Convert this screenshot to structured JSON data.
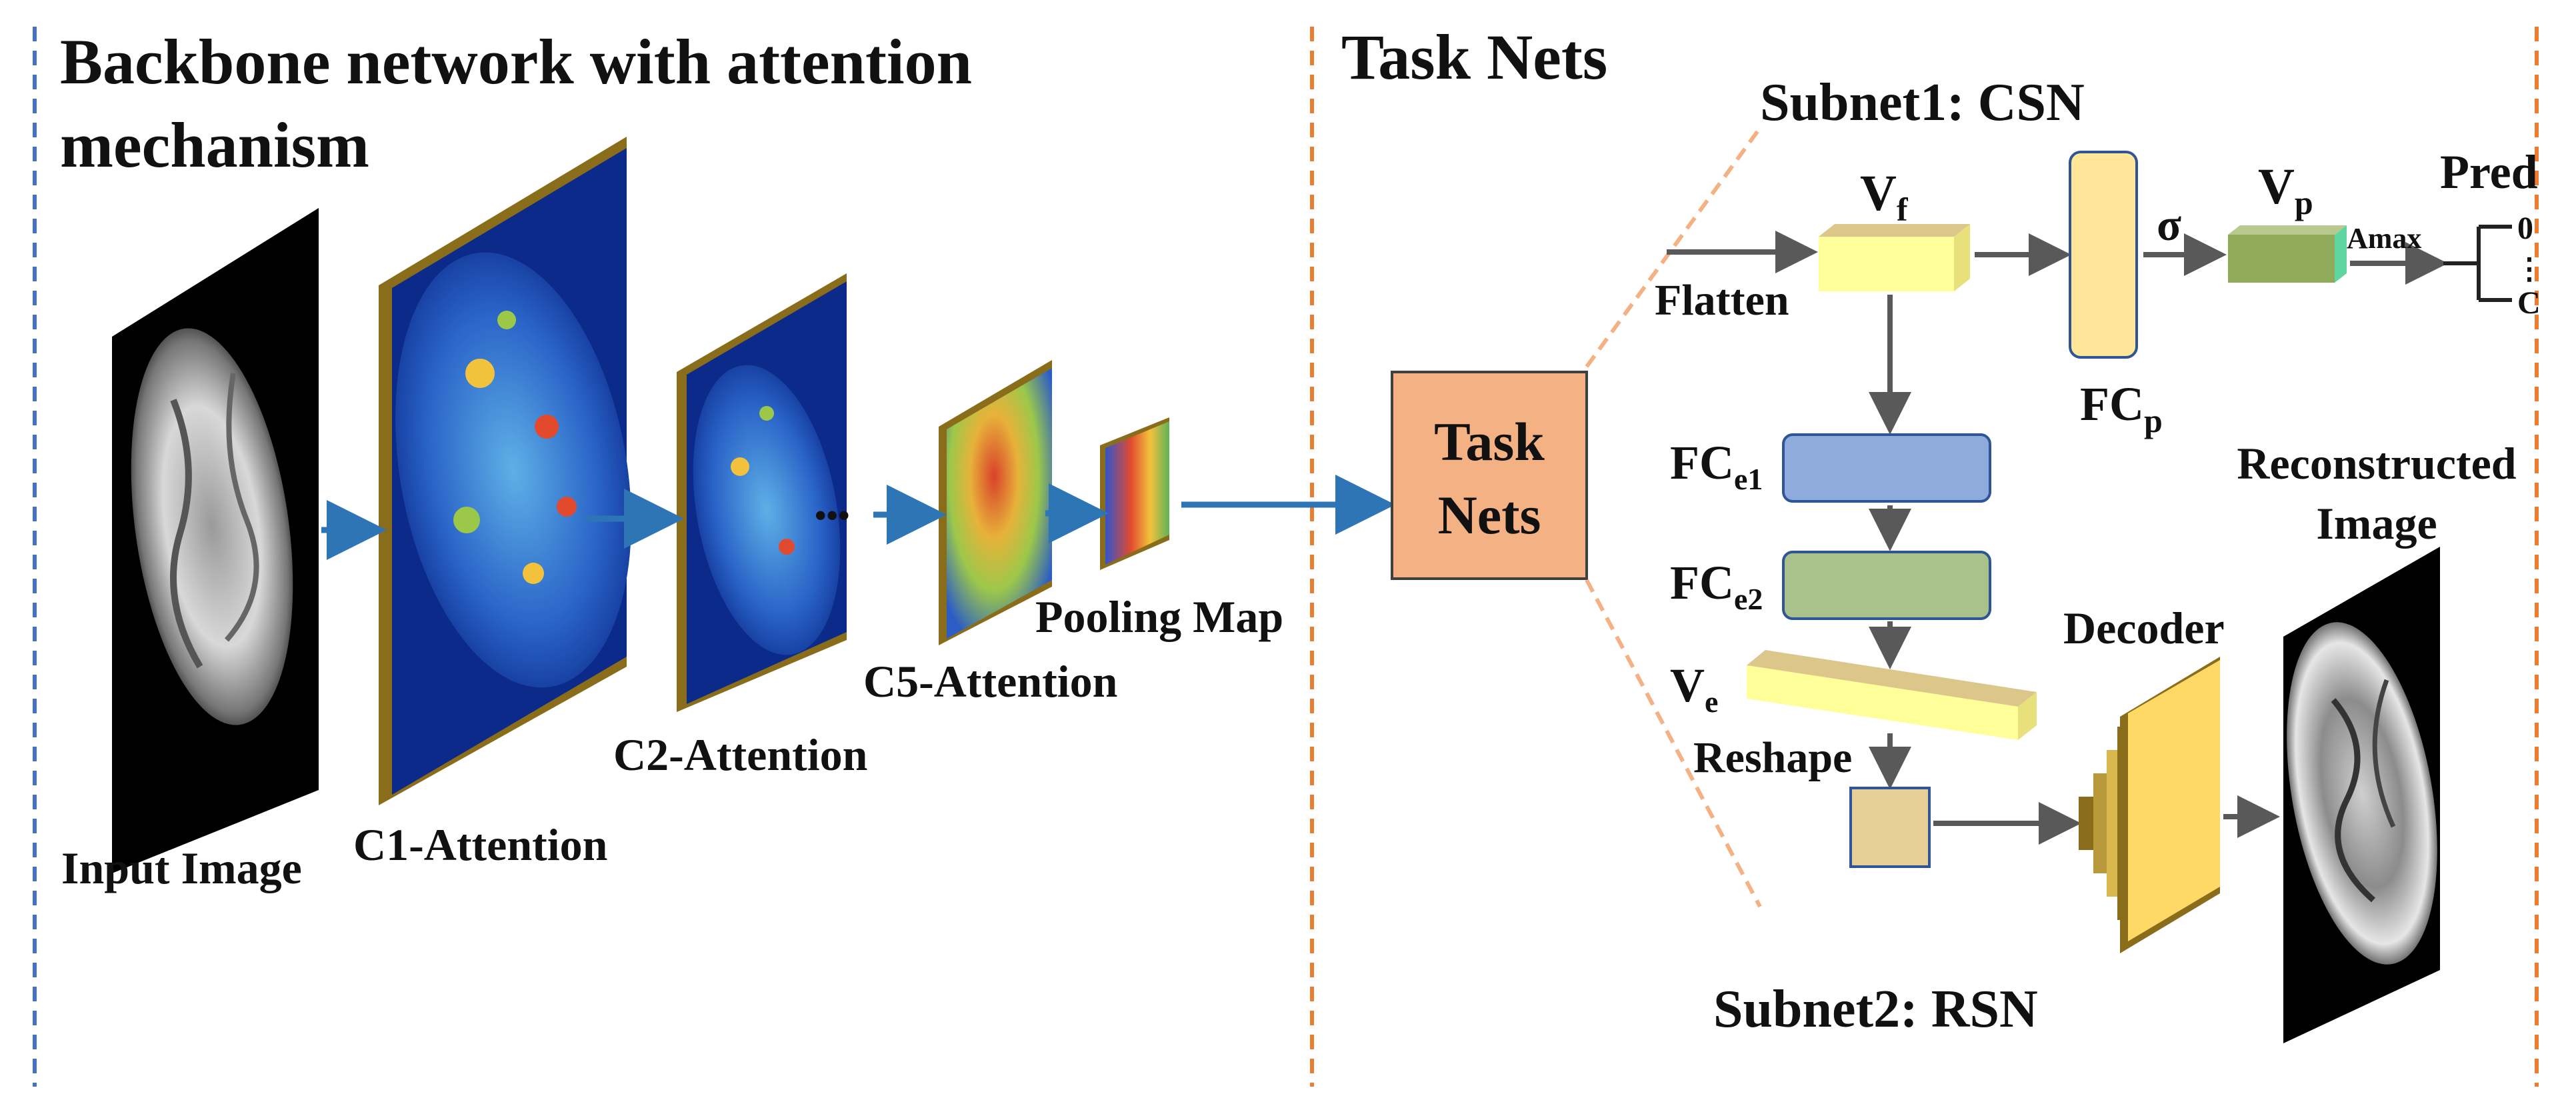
{
  "sections": {
    "backbone_title_line1": "Backbone network with attention",
    "backbone_title_line2": "mechanism",
    "tasknets_title": "Task Nets",
    "subnet1_title": "Subnet1: CSN",
    "subnet2_title": "Subnet2: RSN"
  },
  "backbone": {
    "input_label": "Input Image",
    "c1_label": "C1-Attention",
    "c2_label": "C2-Attention",
    "c5_label": "C5-Attention",
    "pool_label": "Pooling Map",
    "ellipsis": "•••"
  },
  "tasknet_box": {
    "line1": "Task",
    "line2": "Nets"
  },
  "csn": {
    "flatten": "Flatten",
    "vf_base": "V",
    "vf_sub": "f",
    "fcp_base": "FC",
    "fcp_sub": "p",
    "sigma": "σ",
    "vp_base": "V",
    "vp_sub": "p",
    "amax": "Amax",
    "pred": "Pred",
    "pred_top": "0",
    "pred_dots": "⋮",
    "pred_bottom": "C"
  },
  "rsn": {
    "fce1_base": "FC",
    "fce1_sub": "e1",
    "fce2_base": "FC",
    "fce2_sub": "e2",
    "ve_base": "V",
    "ve_sub": "e",
    "reshape": "Reshape",
    "decoder": "Decoder",
    "recon_line1": "Reconstructed",
    "recon_line2": "Image"
  },
  "colors": {
    "blue_dashed": "#4472c4",
    "orange_dashed": "#ed7d31",
    "arrow_blue": "#2e75b6",
    "arrow_gray": "#595959",
    "tasknet_fill": "#f4b183",
    "vf_fill": "#ffff99",
    "fcp_fill": "#ffe699",
    "vp_fill": "#8faa5a",
    "fce1_fill": "#8faadc",
    "fce2_fill": "#a9c18b",
    "reshape_fill": "#e6cf96",
    "decoder_fill": "#ffd966",
    "frame_gold": "#8a6d1a"
  }
}
